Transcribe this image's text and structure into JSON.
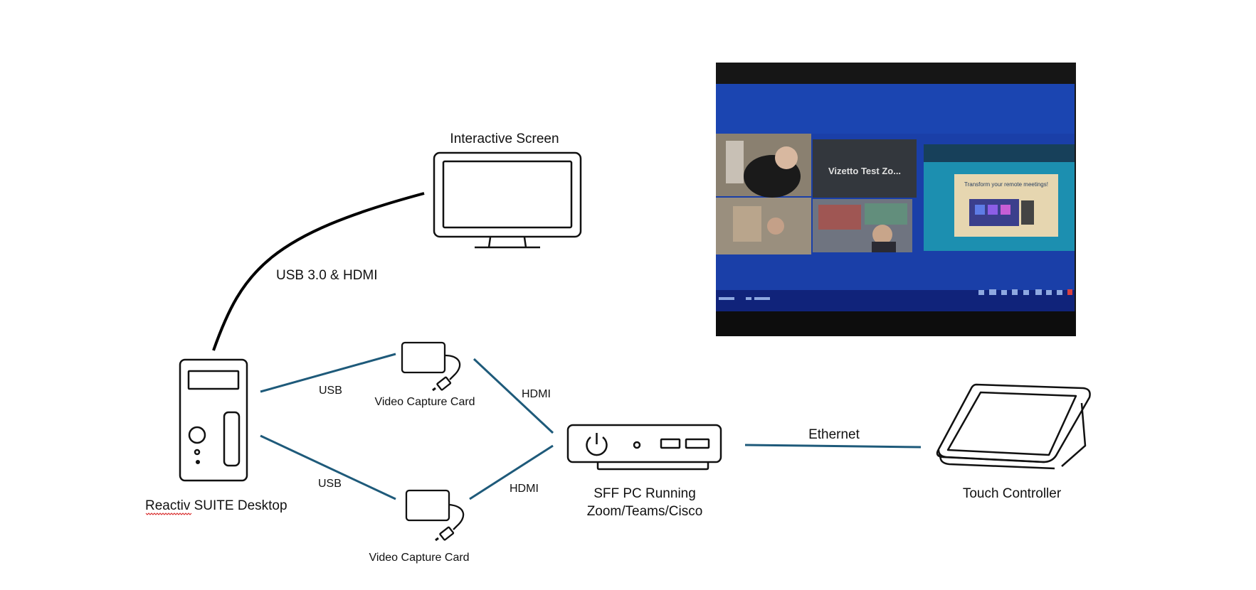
{
  "colors": {
    "link": "#1e5a7a",
    "outline": "#111111",
    "usb_hdmi_cable": "#000000",
    "photo_blue": "#1a3fa8",
    "photo_dark": "#161616",
    "spell_underline": "#d62020"
  },
  "nodes": {
    "desktop": {
      "label_a": "Reactiv",
      "label_b": " SUITE Desktop"
    },
    "screen": {
      "label": "Interactive Screen"
    },
    "capture_top": {
      "label": "Video Capture Card"
    },
    "capture_bottom": {
      "label": "Video Capture Card"
    },
    "sff_pc": {
      "line1": "SFF PC Running",
      "line2": "Zoom/Teams/Cisco"
    },
    "touch": {
      "label": "Touch Controller"
    }
  },
  "edges": {
    "desktop_screen": "USB 3.0 & HDMI",
    "desktop_capture_top": "USB",
    "desktop_capture_bottom": "USB",
    "capture_top_pc": "HDMI",
    "capture_bottom_pc": "HDMI",
    "pc_touch": "Ethernet"
  },
  "photo": {
    "meeting_tile": "Vizetto Test Zo...",
    "shared_banner": "Transform your remote meetings!"
  },
  "icons": [
    "desktop-tower-icon",
    "monitor-icon",
    "capture-card-icon",
    "mini-pc-icon",
    "tablet-controller-icon",
    "power-icon"
  ]
}
